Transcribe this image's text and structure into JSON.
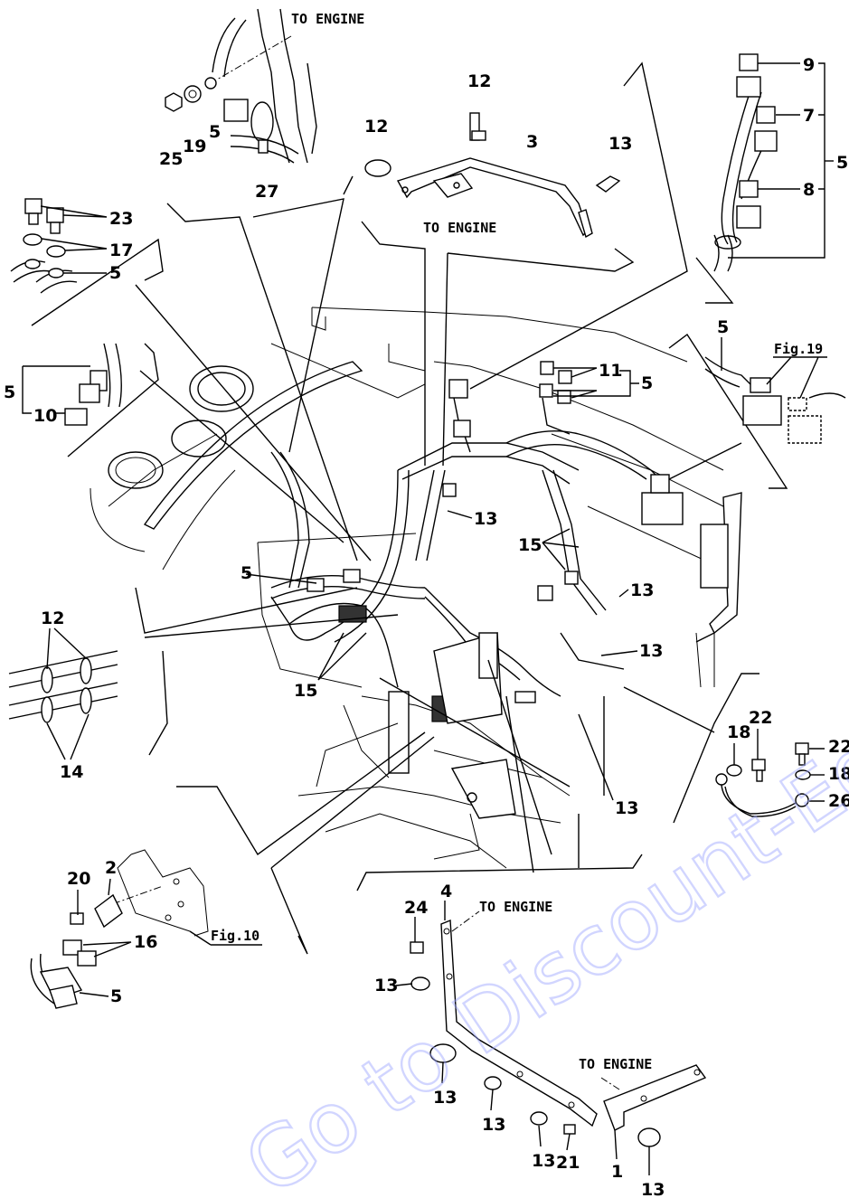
{
  "labels": {
    "a1": "5",
    "a2": "25",
    "a3": "19",
    "a4": "27",
    "b1": "12",
    "b2": "12",
    "b3": "3",
    "b4": "13",
    "c1": "9",
    "c2": "7",
    "c3": "8",
    "c4": "5",
    "d1": "23",
    "d2": "17",
    "d3": "5",
    "e1": "5",
    "e2": "10",
    "f1": "11",
    "f2": "5",
    "g1": "5",
    "h1": "13",
    "h2": "15",
    "h3": "13",
    "h4": "13",
    "h5": "5",
    "h6": "15",
    "h7": "13",
    "i1": "12",
    "i2": "14",
    "j1": "18",
    "j2": "22",
    "j3": "22",
    "j4": "18",
    "j5": "26",
    "k1": "20",
    "k2": "2",
    "k3": "16",
    "k4": "5",
    "m1": "4",
    "m2": "24",
    "m3": "13",
    "m4": "13",
    "m5": "13",
    "m6": "13",
    "m7": "21",
    "m8": "1",
    "m9": "13"
  },
  "notes": {
    "to_engine_1": "TO ENGINE",
    "to_engine_2": "TO ENGINE",
    "to_engine_3": "TO ENGINE",
    "to_engine_4": "TO ENGINE",
    "fig19": "Fig.19",
    "fig10": "Fig.10"
  },
  "watermark": "Go to Discount-Equipment.com"
}
